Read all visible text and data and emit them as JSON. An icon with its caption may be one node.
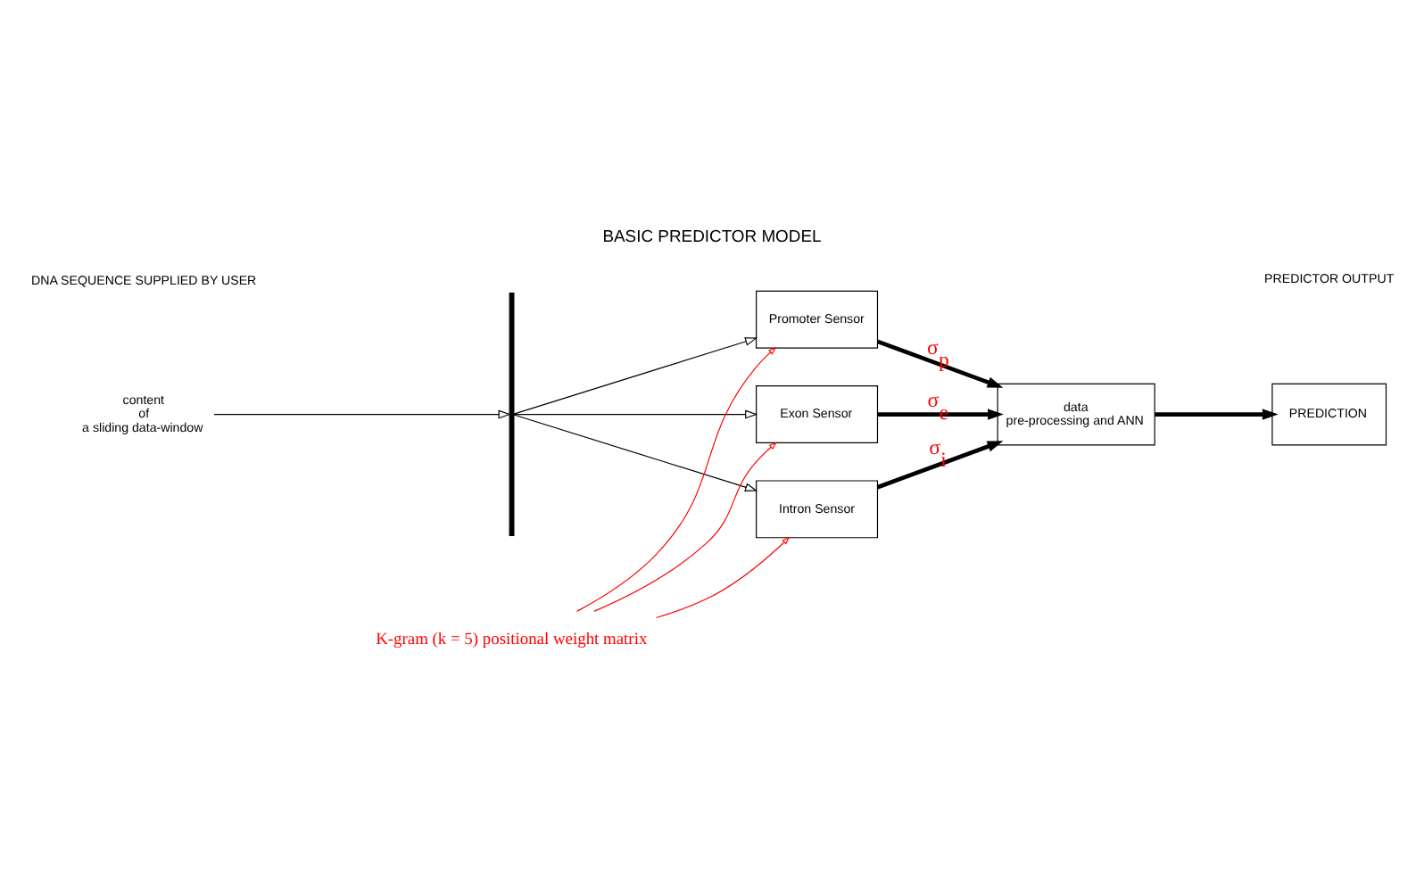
{
  "diagram": {
    "title": "BASIC PREDICTOR MODEL",
    "nodes": [
      {
        "text": [
          "content of a sliding data-window"
        ]
      },
      {
        "text": [],
        "shape": "bar"
      },
      {
        "text": [
          "Promoter Sensor"
        ]
      },
      {
        "text": [
          "Exon Sensor"
        ]
      },
      {
        "text": [
          "Intron Sensor"
        ]
      },
      {
        "text": [
          "data pre-processing and ANN"
        ]
      },
      {
        "text": [
          "PREDICTION"
        ]
      },
      {
        "text": [
          "K-gram (k = 5) positional weight matrix"
        ]
      }
    ],
    "edges": [
      {
        "from": 0,
        "to": 1,
        "arrow": "to"
      },
      {
        "from": 1,
        "to": 2,
        "arrow": "to"
      },
      {
        "from": 1,
        "to": 3,
        "arrow": "to"
      },
      {
        "from": 1,
        "to": 4,
        "arrow": "to"
      },
      {
        "from": 2,
        "to": 5,
        "arrow": "to",
        "style": "thick",
        "label": "σ$_{p}$"
      },
      {
        "from": 3,
        "to": 5,
        "arrow": "to",
        "style": "thick",
        "label": "σ$_{e}$"
      },
      {
        "from": 4,
        "to": 5,
        "arrow": "to",
        "style": "thick",
        "label": "σ$_{i}$"
      },
      {
        "from": 5,
        "to": 6,
        "arrow": "to",
        "style": "thick"
      },
      {
        "from": 7,
        "to": 2,
        "arrow": "to",
        "color": "#ff0000"
      },
      {
        "from": 7,
        "to": 3,
        "arrow": "to",
        "color": "#ff0000"
      },
      {
        "from": 7,
        "to": 4,
        "arrow": "to",
        "color": "#ff0000"
      }
    ],
    "labels": [
      "DNA SEQUENCE SUPPLIED BY USER",
      "PREDICTOR OUTPUT"
    ]
  }
}
